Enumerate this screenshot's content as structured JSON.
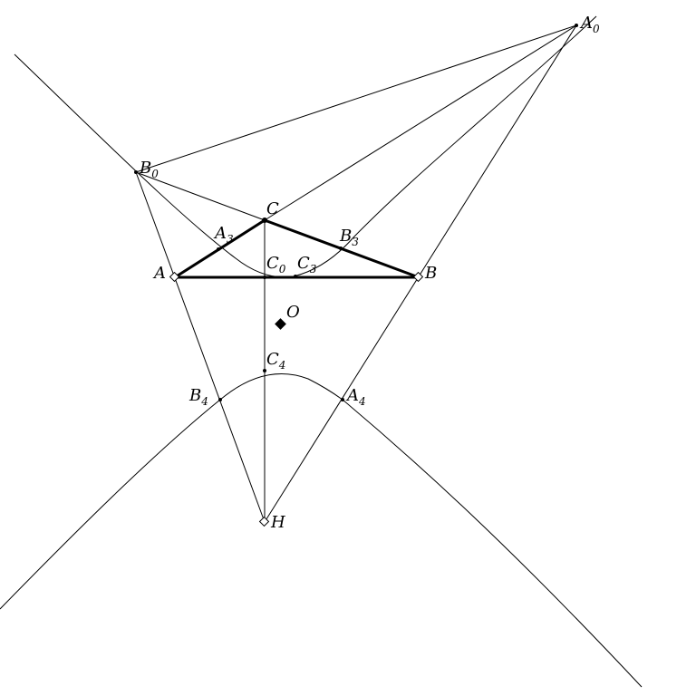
{
  "diagram": {
    "points": [
      {
        "id": "A",
        "base": "A",
        "sub": ""
      },
      {
        "id": "B",
        "base": "B",
        "sub": ""
      },
      {
        "id": "C",
        "base": "C",
        "sub": ""
      },
      {
        "id": "O",
        "base": "O",
        "sub": ""
      },
      {
        "id": "H",
        "base": "H",
        "sub": ""
      },
      {
        "id": "A0",
        "base": "A",
        "sub": "0"
      },
      {
        "id": "B0",
        "base": "B",
        "sub": "0"
      },
      {
        "id": "C0",
        "base": "C",
        "sub": "0"
      },
      {
        "id": "A3",
        "base": "A",
        "sub": "3"
      },
      {
        "id": "B3",
        "base": "B",
        "sub": "3"
      },
      {
        "id": "C3",
        "base": "C",
        "sub": "3"
      },
      {
        "id": "A4",
        "base": "A",
        "sub": "4"
      },
      {
        "id": "B4",
        "base": "B",
        "sub": "4"
      },
      {
        "id": "C4",
        "base": "C",
        "sub": "4"
      }
    ],
    "triangle": [
      "A",
      "B",
      "C"
    ],
    "segments": [
      [
        "B0",
        "A0"
      ],
      [
        "B0",
        "C"
      ],
      [
        "B0",
        "H"
      ],
      [
        "A0",
        "C"
      ],
      [
        "A0",
        "H"
      ],
      [
        "C",
        "H"
      ]
    ]
  }
}
